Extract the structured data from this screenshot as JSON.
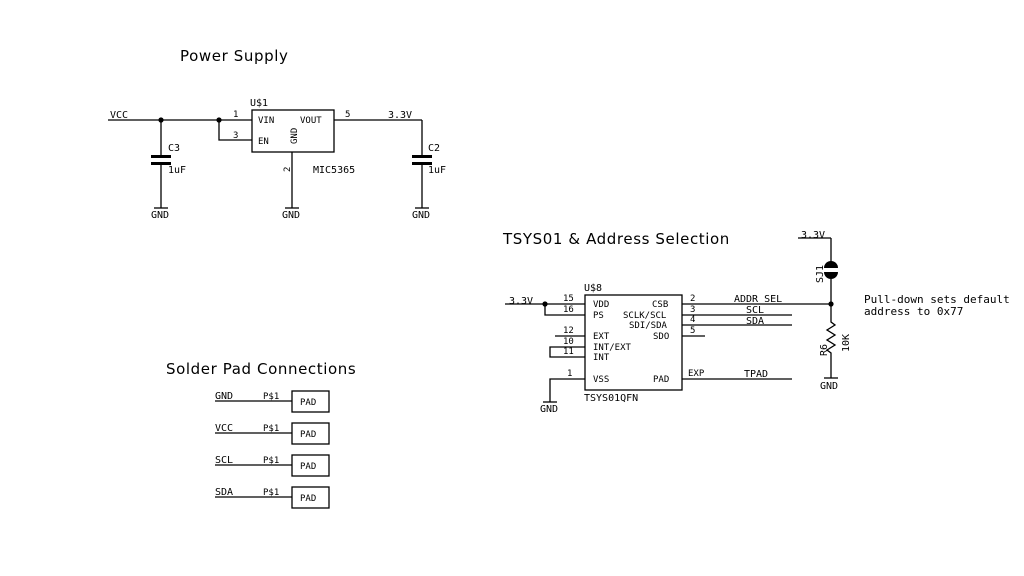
{
  "sections": {
    "power": "Power Supply",
    "tsys": "TSYS01 & Address Selection",
    "pads": "Solder Pad Connections"
  },
  "power_supply": {
    "input_net": "VCC",
    "output_net": "3.3V",
    "gnd": "GND",
    "regulator": {
      "ref": "U$1",
      "part": "MIC5365",
      "pins": {
        "vin": "VIN",
        "en": "EN",
        "vout": "VOUT",
        "gnd": "GND"
      },
      "pin_numbers": {
        "vin": "1",
        "en": "3",
        "vout": "5",
        "gnd": "2"
      }
    },
    "c3": {
      "ref": "C3",
      "value": "1uF"
    },
    "c2": {
      "ref": "C2",
      "value": "1uF"
    }
  },
  "tsys01": {
    "ref": "U$8",
    "part": "TSYS01QFN",
    "supply_net": "3.3V",
    "gnd": "GND",
    "left_pins": [
      {
        "num": "15",
        "name": "VDD"
      },
      {
        "num": "16",
        "name": "PS"
      },
      {
        "num": "12",
        "name": "EXT"
      },
      {
        "num": "10",
        "name": "INT/EXT"
      },
      {
        "num": "11",
        "name": "INT"
      },
      {
        "num": "1",
        "name": "VSS"
      }
    ],
    "right_pins": [
      {
        "num": "2",
        "name": "CSB",
        "net": "ADDR_SEL"
      },
      {
        "num": "3",
        "name": "SCLK/SCL",
        "net": "SCL"
      },
      {
        "num": "4",
        "name": "SDI/SDA",
        "net": "SDA"
      },
      {
        "num": "5",
        "name": "SDO",
        "net": ""
      },
      {
        "num": "EXP",
        "name": "PAD",
        "net": "TPAD"
      }
    ],
    "jumper": {
      "ref": "SJ1",
      "net": "3.3V"
    },
    "resistor": {
      "ref": "R6",
      "value": "10K"
    },
    "resistor_gnd": "GND",
    "note_line1": "Pull-down sets default",
    "note_line2": "address to 0x77"
  },
  "solder_pads": [
    {
      "net": "GND",
      "ref": "P$1",
      "label": "PAD"
    },
    {
      "net": "VCC",
      "ref": "P$1",
      "label": "PAD"
    },
    {
      "net": "SCL",
      "ref": "P$1",
      "label": "PAD"
    },
    {
      "net": "SDA",
      "ref": "P$1",
      "label": "PAD"
    }
  ]
}
